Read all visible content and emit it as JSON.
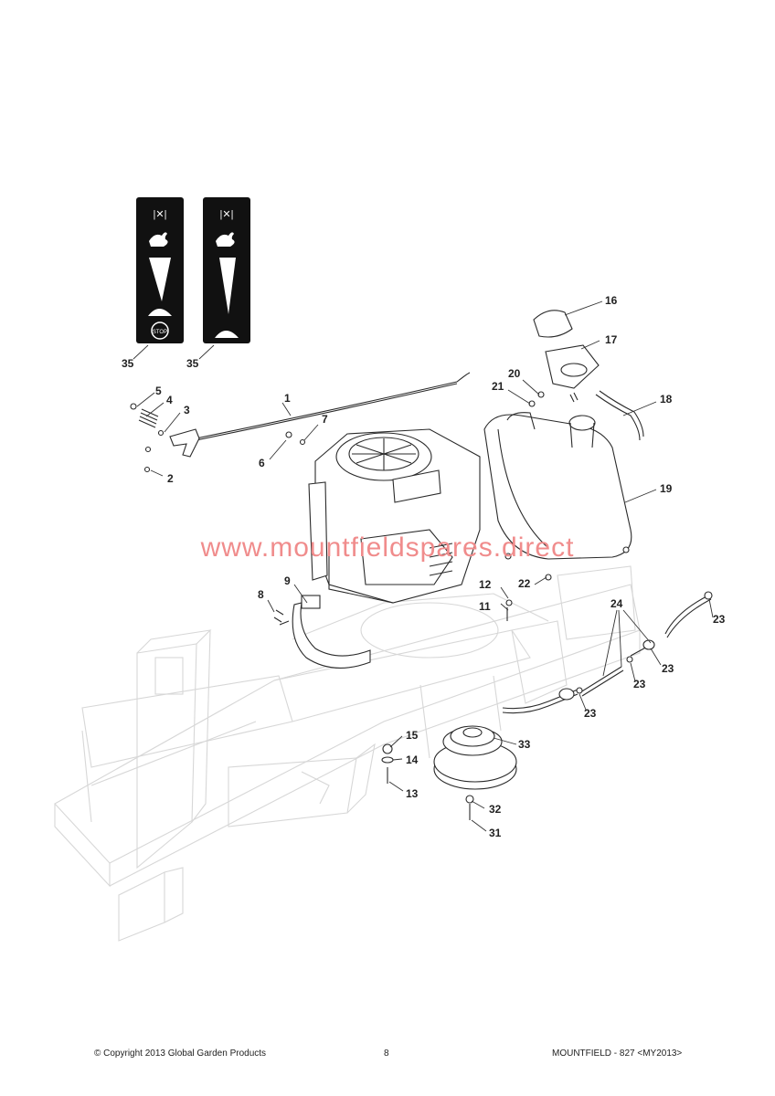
{
  "diagram": {
    "watermark": "www.mountfieldspares.direct",
    "callouts": [
      {
        "id": "c35a",
        "label": "35"
      },
      {
        "id": "c35b",
        "label": "35"
      },
      {
        "id": "c1",
        "label": "1"
      },
      {
        "id": "c2",
        "label": "2"
      },
      {
        "id": "c3",
        "label": "3"
      },
      {
        "id": "c4",
        "label": "4"
      },
      {
        "id": "c5",
        "label": "5"
      },
      {
        "id": "c6",
        "label": "6"
      },
      {
        "id": "c7",
        "label": "7"
      },
      {
        "id": "c8",
        "label": "8"
      },
      {
        "id": "c9",
        "label": "9"
      },
      {
        "id": "c11",
        "label": "11"
      },
      {
        "id": "c12",
        "label": "12"
      },
      {
        "id": "c13",
        "label": "13"
      },
      {
        "id": "c14",
        "label": "14"
      },
      {
        "id": "c15",
        "label": "15"
      },
      {
        "id": "c16",
        "label": "16"
      },
      {
        "id": "c17",
        "label": "17"
      },
      {
        "id": "c18",
        "label": "18"
      },
      {
        "id": "c19",
        "label": "19"
      },
      {
        "id": "c20",
        "label": "20"
      },
      {
        "id": "c21",
        "label": "21"
      },
      {
        "id": "c22",
        "label": "22"
      },
      {
        "id": "c23a",
        "label": "23"
      },
      {
        "id": "c23b",
        "label": "23"
      },
      {
        "id": "c23c",
        "label": "23"
      },
      {
        "id": "c23d",
        "label": "23"
      },
      {
        "id": "c24",
        "label": "24"
      },
      {
        "id": "c31",
        "label": "31"
      },
      {
        "id": "c32",
        "label": "32"
      },
      {
        "id": "c33",
        "label": "33"
      }
    ],
    "decal": {
      "stop_text": "STOP"
    }
  },
  "footer": {
    "copyright": "© Copyright 2013 Global Garden Products",
    "page_number": "8",
    "model": "MOUNTFIELD - 827 <MY2013>"
  },
  "colors": {
    "watermark": "#f08c8c",
    "ink": "#222222",
    "ghost": "#d7d7d7"
  }
}
